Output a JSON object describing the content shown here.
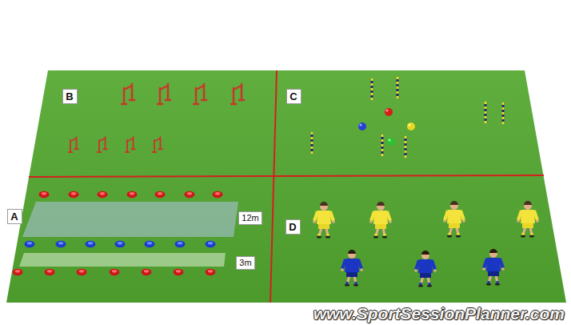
{
  "diagram": {
    "nodes": [
      {
        "text": [
          "B"
        ]
      },
      {
        "text": [
          "C"
        ]
      },
      {
        "text": [
          "A"
        ]
      },
      {
        "text": [
          "12m"
        ]
      },
      {
        "text": [
          "D"
        ]
      },
      {
        "text": [
          "3m"
        ]
      }
    ],
    "labels": [
      "www.SportSessionPlanner.com"
    ]
  }
}
